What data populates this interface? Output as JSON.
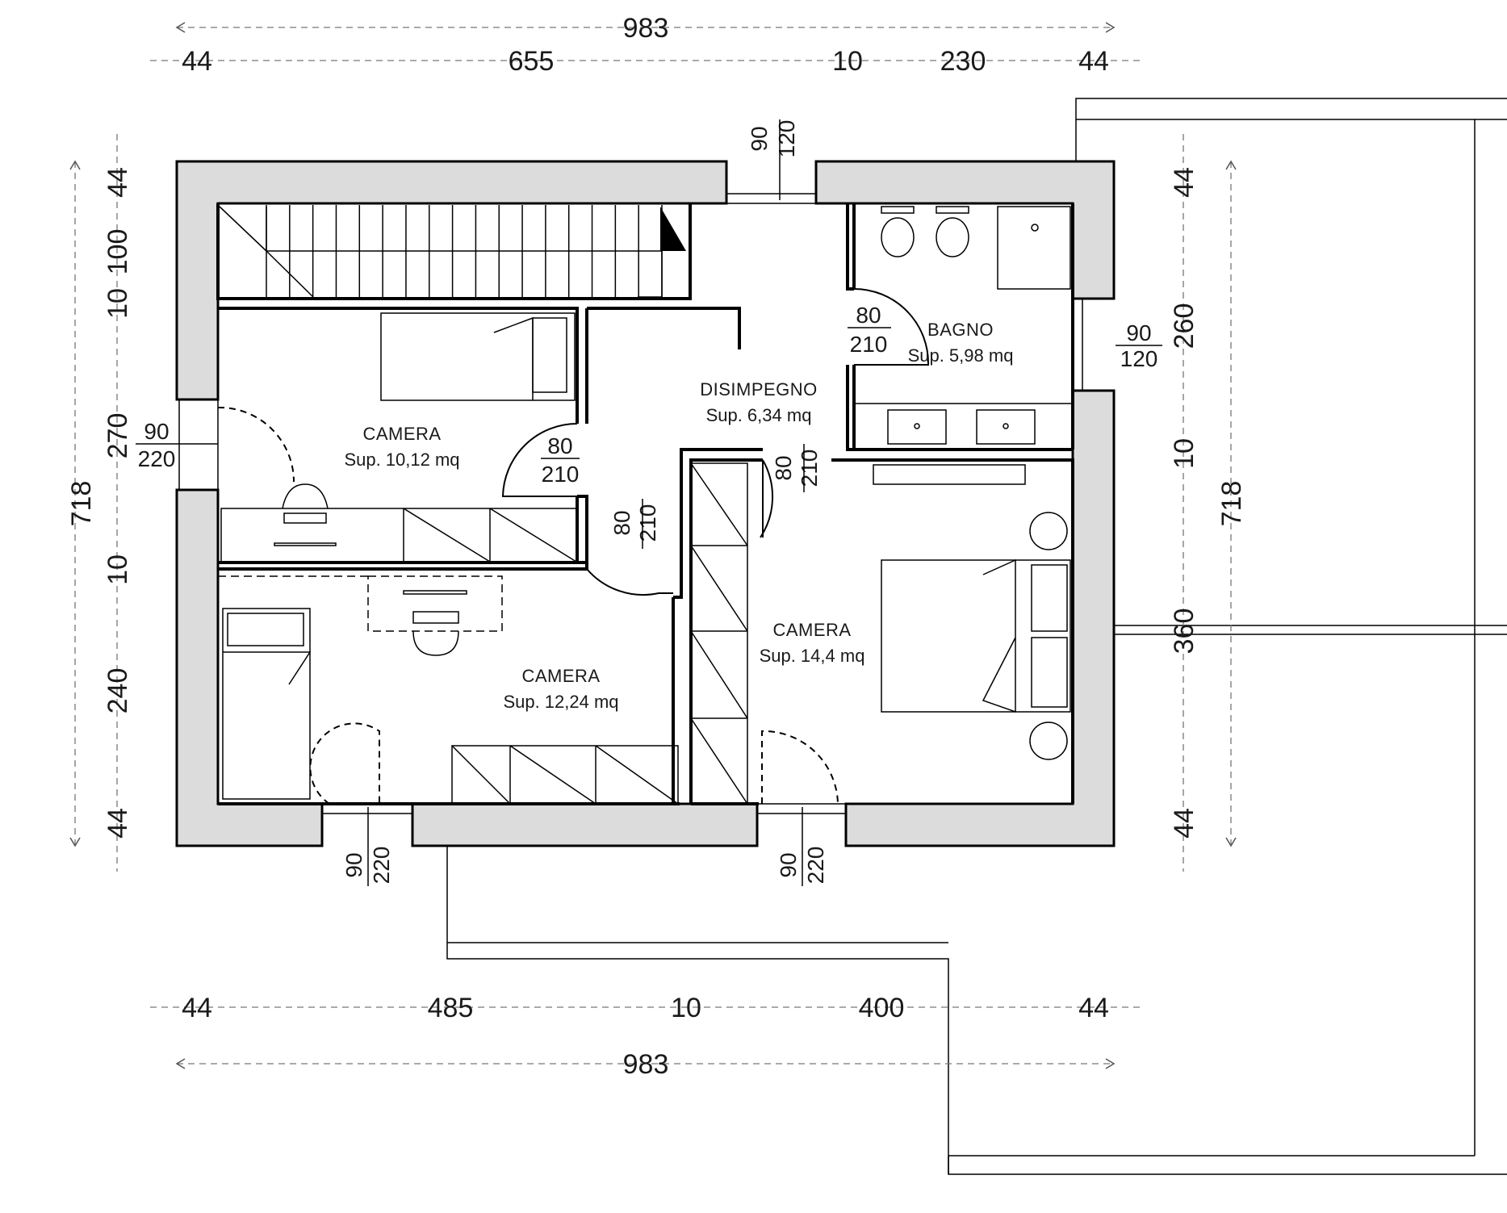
{
  "dimensions": {
    "top_total": "983",
    "top_parts": [
      "44",
      "655",
      "10",
      "230",
      "44"
    ],
    "bottom_total": "983",
    "bottom_parts": [
      "44",
      "485",
      "10",
      "400",
      "44"
    ],
    "left_total": "718",
    "left_parts": [
      "44",
      "100",
      "10",
      "270",
      "10",
      "240",
      "44"
    ],
    "right_total": "718",
    "right_parts": [
      "44",
      "260",
      "10",
      "360",
      "44"
    ]
  },
  "rooms": [
    {
      "name": "CAMERA",
      "area": "Sup. 10,12 mq"
    },
    {
      "name": "CAMERA",
      "area": "Sup. 12,24 mq"
    },
    {
      "name": "DISIMPEGNO",
      "area": "Sup. 6,34 mq"
    },
    {
      "name": "BAGNO",
      "area": "Sup. 5,98 mq"
    },
    {
      "name": "CAMERA",
      "area": "Sup. 14,4 mq"
    }
  ],
  "openings": [
    {
      "w": "90",
      "h": "120"
    },
    {
      "w": "80",
      "h": "210"
    },
    {
      "w": "90",
      "h": "120"
    },
    {
      "w": "90",
      "h": "220"
    },
    {
      "w": "80",
      "h": "210"
    },
    {
      "w": "80",
      "h": "210"
    },
    {
      "w": "80",
      "h": "210"
    },
    {
      "w": "90",
      "h": "220"
    },
    {
      "w": "90",
      "h": "220"
    }
  ]
}
